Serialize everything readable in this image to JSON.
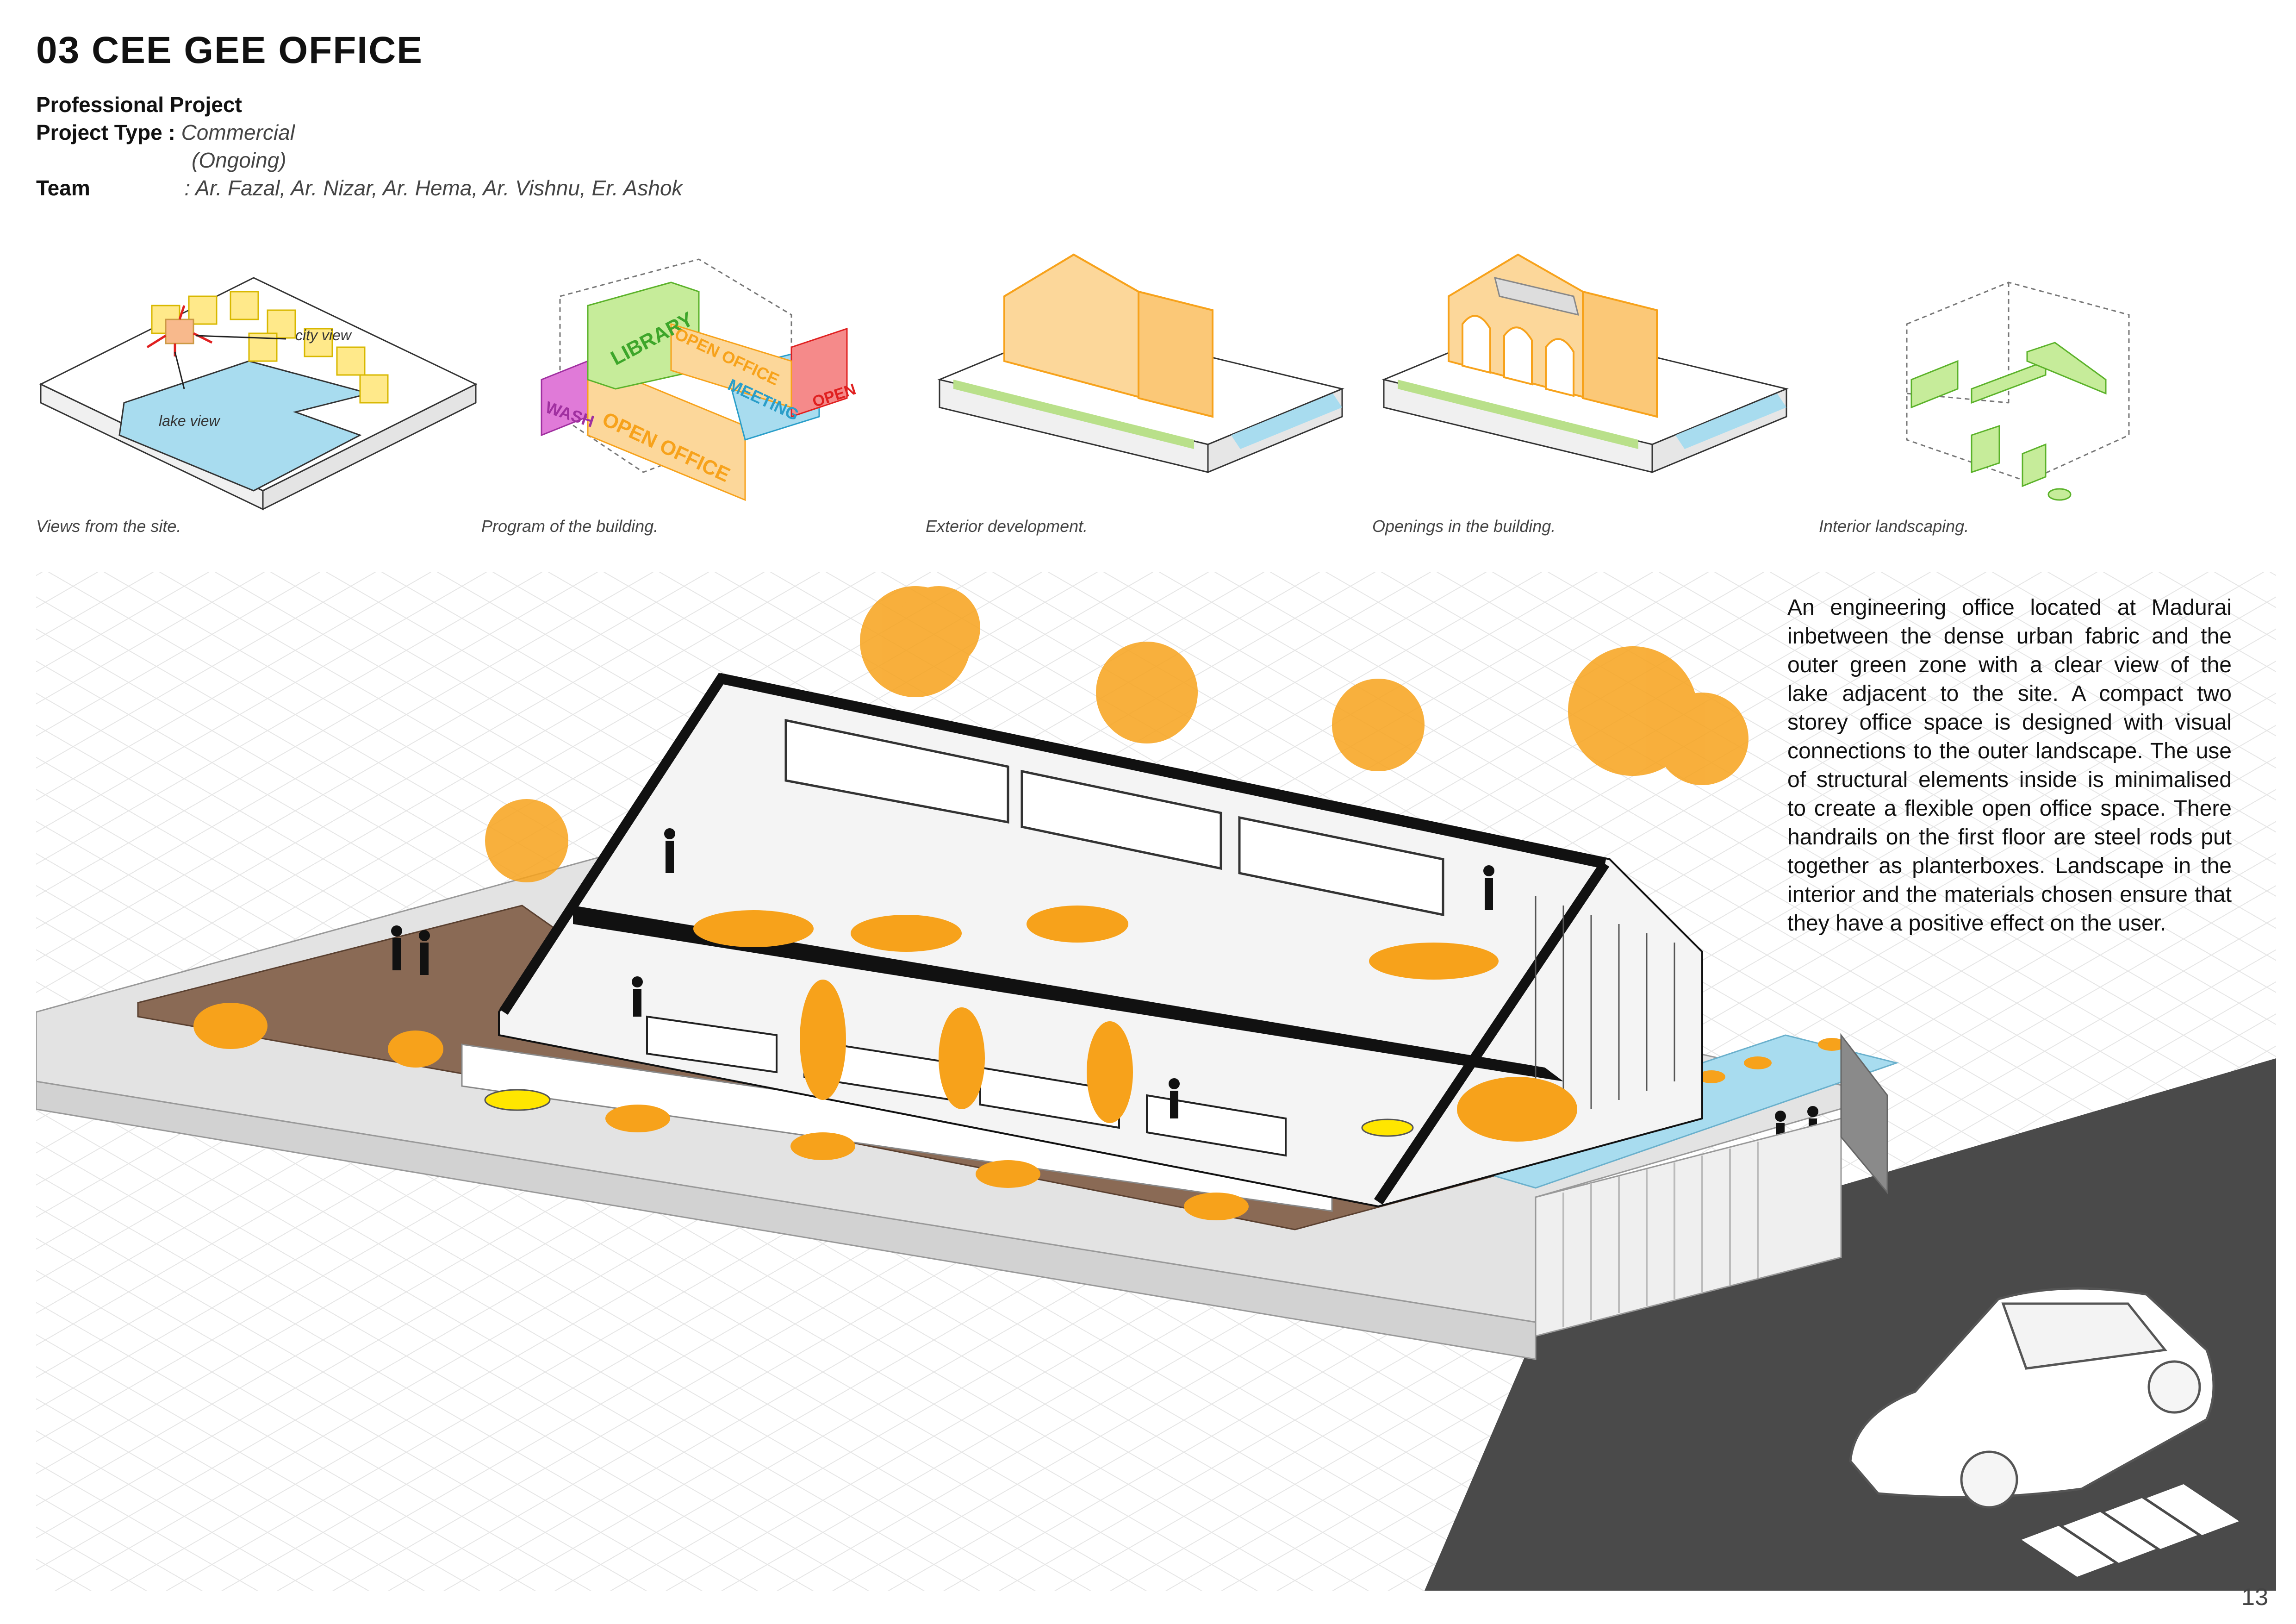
{
  "header": {
    "title": "03  CEE GEE OFFICE",
    "subtitle": "Professional Project",
    "project_type_label": "Project Type :",
    "project_type_value": "Commercial",
    "project_status": "(Ongoing)",
    "team_label": "Team",
    "team_value": ": Ar. Fazal, Ar. Nizar, Ar. Hema, Ar. Vishnu, Er. Ashok"
  },
  "diagrams": [
    {
      "caption": "Views from the site.",
      "labels": {
        "city": "city view",
        "lake": "lake view"
      }
    },
    {
      "caption": "Program of the building.",
      "labels": {
        "library": "LIBRARY",
        "open_office_top": "OPEN OFFICE",
        "meeting": "MEETING",
        "wash": "WASH",
        "open_office_front": "OPEN OFFICE",
        "open": "OPEN"
      }
    },
    {
      "caption": "Exterior development."
    },
    {
      "caption": "Openings in the building."
    },
    {
      "caption": "Interior landscaping."
    }
  ],
  "description": "An engineering office located at Madurai inbetween the dense urban fabric and the outer green zone with a clear view of the lake adjacent to the site. A compact two storey office space is designed with visual connections to the outer landscape. The use of structural elements inside is minimalised to create a flexible open office space. There handrails on the first floor are steel rods put together as planterboxes. Landscape in the interior and the materials chosen ensure that they have a positive effect on the user.",
  "page_number": "13",
  "colors": {
    "orange": "#f7a21b",
    "pale_orange": "#fcd79a",
    "yellow": "#ffe600",
    "green": "#9bd35a",
    "blue": "#a8dcef",
    "pink": "#e07ad8",
    "red": "#f05a5a",
    "deck": "#8a6a55",
    "wall": "#e3e3e3"
  }
}
